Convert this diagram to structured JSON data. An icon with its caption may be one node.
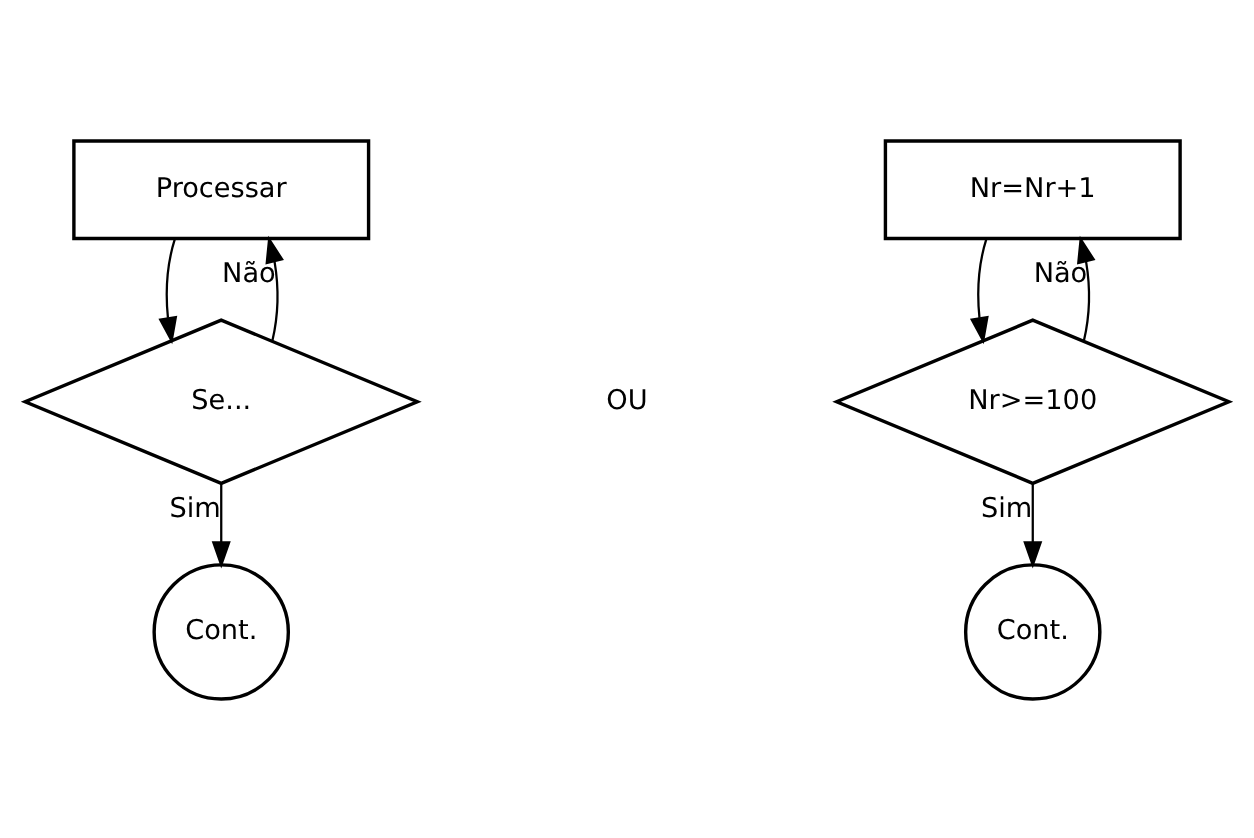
{
  "diagram": {
    "nodes": [
      {
        "text": [
          "Processar"
        ]
      },
      {
        "text": [
          "Se..."
        ]
      },
      {
        "text": [
          "Cont."
        ]
      },
      {
        "text": [
          "Nr=Nr+1"
        ]
      },
      {
        "text": [
          "Nr>=100"
        ]
      },
      {
        "text": [
          "Cont."
        ]
      }
    ],
    "edges": [
      {
        "from": 0,
        "to": 1,
        "arrow": "to"
      },
      {
        "from": 1,
        "to": 0,
        "arrow": "to",
        "label": "Não"
      },
      {
        "from": 1,
        "to": 2,
        "arrow": "to",
        "label": "Sim"
      },
      {
        "from": 3,
        "to": 4,
        "arrow": "to"
      },
      {
        "from": 4,
        "to": 3,
        "arrow": "to",
        "label": "Não"
      },
      {
        "from": 4,
        "to": 5,
        "arrow": "to",
        "label": "Sim"
      }
    ],
    "labels": [
      "OU"
    ]
  }
}
